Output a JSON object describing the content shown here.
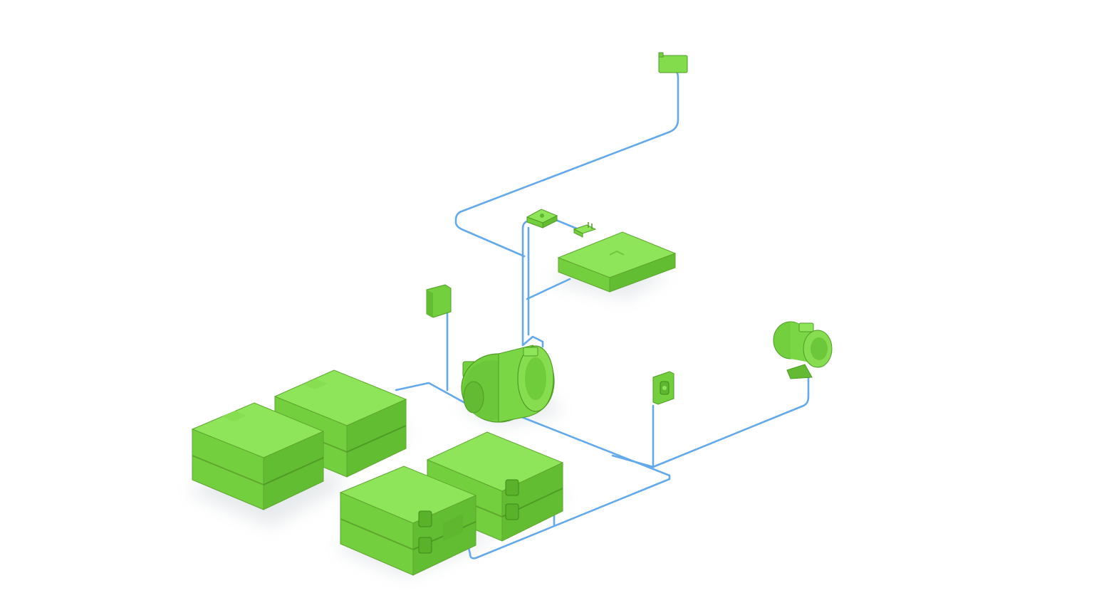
{
  "colors": {
    "background": "#ffffff",
    "component_top": "#8ee55a",
    "component_left": "#74cf3f",
    "component_right": "#5fb62e",
    "component_edge": "#4f9c24",
    "wiring": "#64a9ec",
    "shadow": "#dfe3e6"
  },
  "components": [
    {
      "id": "battery-rack-back",
      "icon": "battery-module-icon",
      "group": "battery-bank"
    },
    {
      "id": "battery-rack-front",
      "icon": "battery-module-icon",
      "group": "battery-bank"
    },
    {
      "id": "battery-rack-rear-right",
      "icon": "battery-module-icon",
      "group": "battery-bank-with-connectors"
    },
    {
      "id": "battery-rack-front-right",
      "icon": "battery-module-icon",
      "group": "battery-bank-with-connectors"
    },
    {
      "id": "electric-motor",
      "icon": "electric-motor-icon"
    },
    {
      "id": "auxiliary-motor",
      "icon": "motor-icon"
    },
    {
      "id": "control-panel",
      "icon": "control-panel-icon"
    },
    {
      "id": "controller-module",
      "icon": "controller-icon"
    },
    {
      "id": "small-connector",
      "icon": "connector-icon"
    },
    {
      "id": "telemetry-module",
      "icon": "telemetry-icon"
    },
    {
      "id": "sensor-module",
      "icon": "sensor-icon"
    },
    {
      "id": "switch-module",
      "icon": "switch-icon"
    }
  ]
}
